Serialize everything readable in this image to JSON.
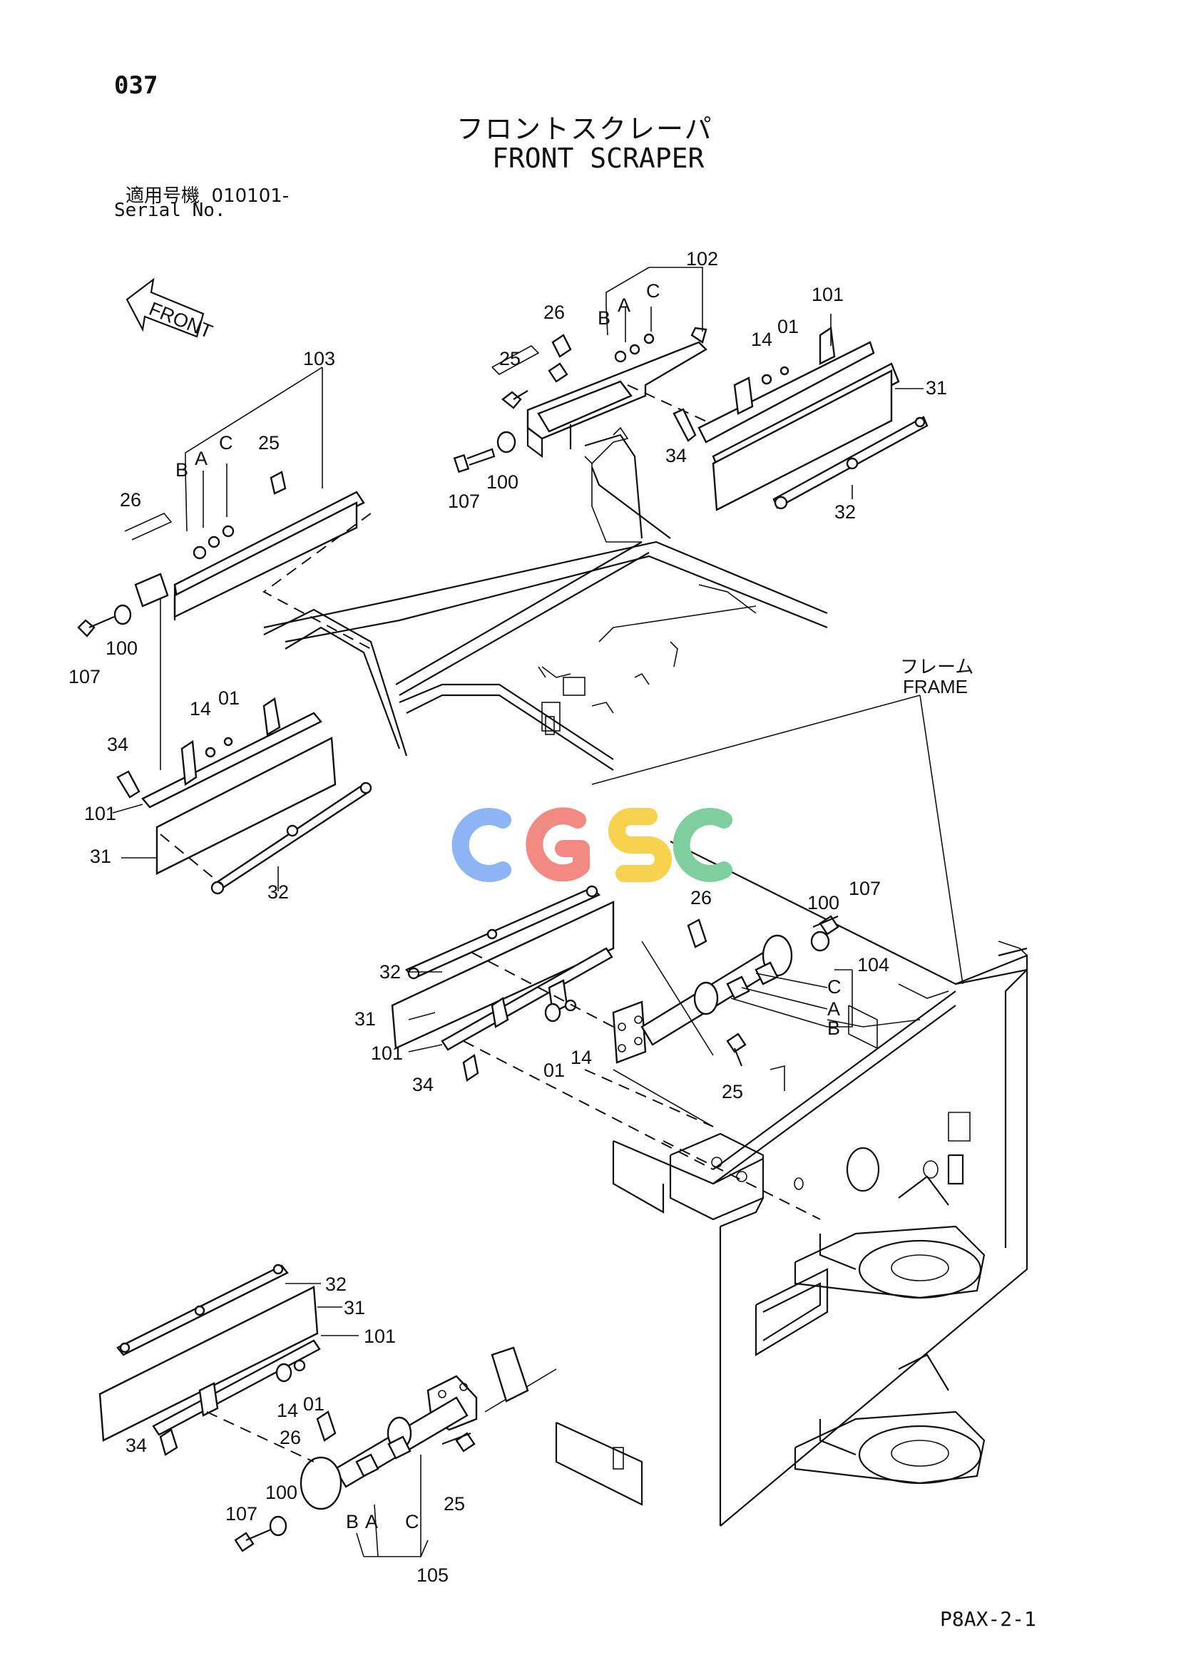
{
  "page_number": "037",
  "title_jp": "フロントスクレーパ",
  "title_en": "FRONT SCRAPER",
  "serial": {
    "label_jp": "適用号機",
    "value": "010101-",
    "label_en": "Serial No."
  },
  "front_arrow_label": "FRONT",
  "frame_label_jp": "フレーム",
  "frame_label_en": "FRAME",
  "watermark": "CGSC",
  "watermark_colors": [
    "#8db4f5",
    "#f08a82",
    "#f7d24e",
    "#7fcf9e"
  ],
  "footer_code": "P8AX-2-1",
  "callouts": {
    "c102": "102",
    "c101a": "101",
    "c26a": "26",
    "cBa": "B",
    "cAa": "A",
    "cCa": "C",
    "c25a": "25",
    "c14a": "14",
    "c01a": "01",
    "c31a": "31",
    "c34a": "34",
    "c107a": "107",
    "c100a": "100",
    "c32a": "32",
    "c103": "103",
    "c25b": "25",
    "cBb": "B",
    "cAb": "A",
    "cCb": "C",
    "c26b": "26",
    "c107b": "107",
    "c100b": "100",
    "c14b": "14",
    "c01b": "01",
    "c34b": "34",
    "c101b": "101",
    "c31b": "31",
    "c32b": "32",
    "c26c": "26",
    "c100c": "100",
    "c107c": "107",
    "c104": "104",
    "cCc": "C",
    "cAc": "A",
    "cBc": "B",
    "c32c": "32",
    "c31c": "31",
    "c101c": "101",
    "c34c": "34",
    "c01c": "01",
    "c14c": "14",
    "c25c": "25",
    "c32d": "32",
    "c31d": "31",
    "c101d": "101",
    "c14d": "14",
    "c01d": "01",
    "c34d": "34",
    "c26d": "26",
    "c100d": "100",
    "c107d": "107",
    "cBd": "B",
    "cAd": "A",
    "cCd": "C",
    "c25d": "25",
    "c105": "105"
  }
}
